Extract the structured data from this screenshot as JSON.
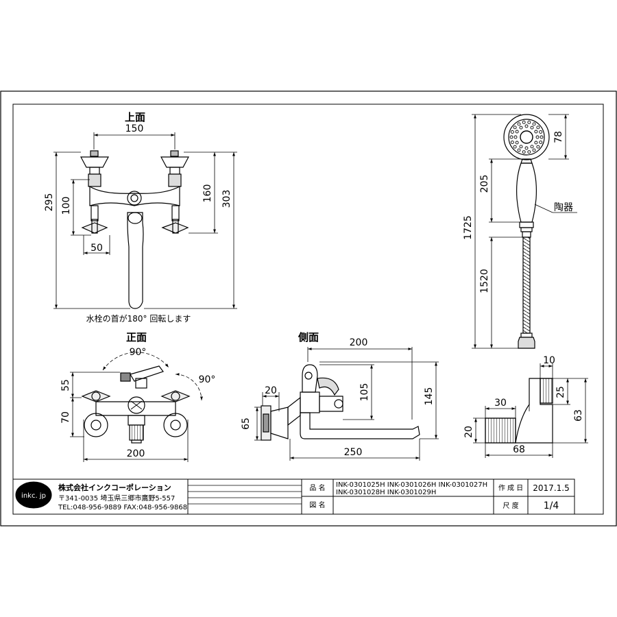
{
  "views": {
    "top": {
      "label": "上面",
      "dims": {
        "width_150": "150",
        "h_295": "295",
        "h_100": "100",
        "w_50": "50",
        "h_160": "160",
        "h_303": "303"
      },
      "note": "水栓の首が180°  回転します"
    },
    "front": {
      "label": "正面",
      "dims": {
        "angle_90_top": "90°",
        "angle_90_right": "90°",
        "h_55": "55",
        "h_70": "70",
        "w_200": "200"
      }
    },
    "side": {
      "label": "側面",
      "dims": {
        "w_200": "200",
        "w_20": "20",
        "h_105": "105",
        "h_145": "145",
        "h_65": "65",
        "w_250": "250"
      }
    },
    "shower": {
      "dims": {
        "h_78": "78",
        "h_205": "205",
        "h_1725": "1725",
        "h_1520": "1520"
      },
      "callout": "陶器"
    },
    "elbow": {
      "dims": {
        "w_10": "10",
        "w_30": "30",
        "h_25": "25",
        "h_63": "63",
        "h_20": "20",
        "w_68": "68"
      }
    }
  },
  "title_block": {
    "logo": "inkc. jp",
    "company": "株式会社インクコーポレーション",
    "address": "〒341-0035 埼玉県三郷市鷹野5-557",
    "contact": "TEL:048-956-9889 FAX:048-956-9868",
    "product_label": "品 名",
    "product_line1": "INK-0301025H  INK-0301026H  INK-0301027H",
    "product_line2": "INK-0301028H  INK-0301029H",
    "drawing_label": "図 名",
    "date_label": "作 成 日",
    "date_value": "2017.1.5",
    "scale_label": "尺 度",
    "scale_value": "1/4"
  }
}
